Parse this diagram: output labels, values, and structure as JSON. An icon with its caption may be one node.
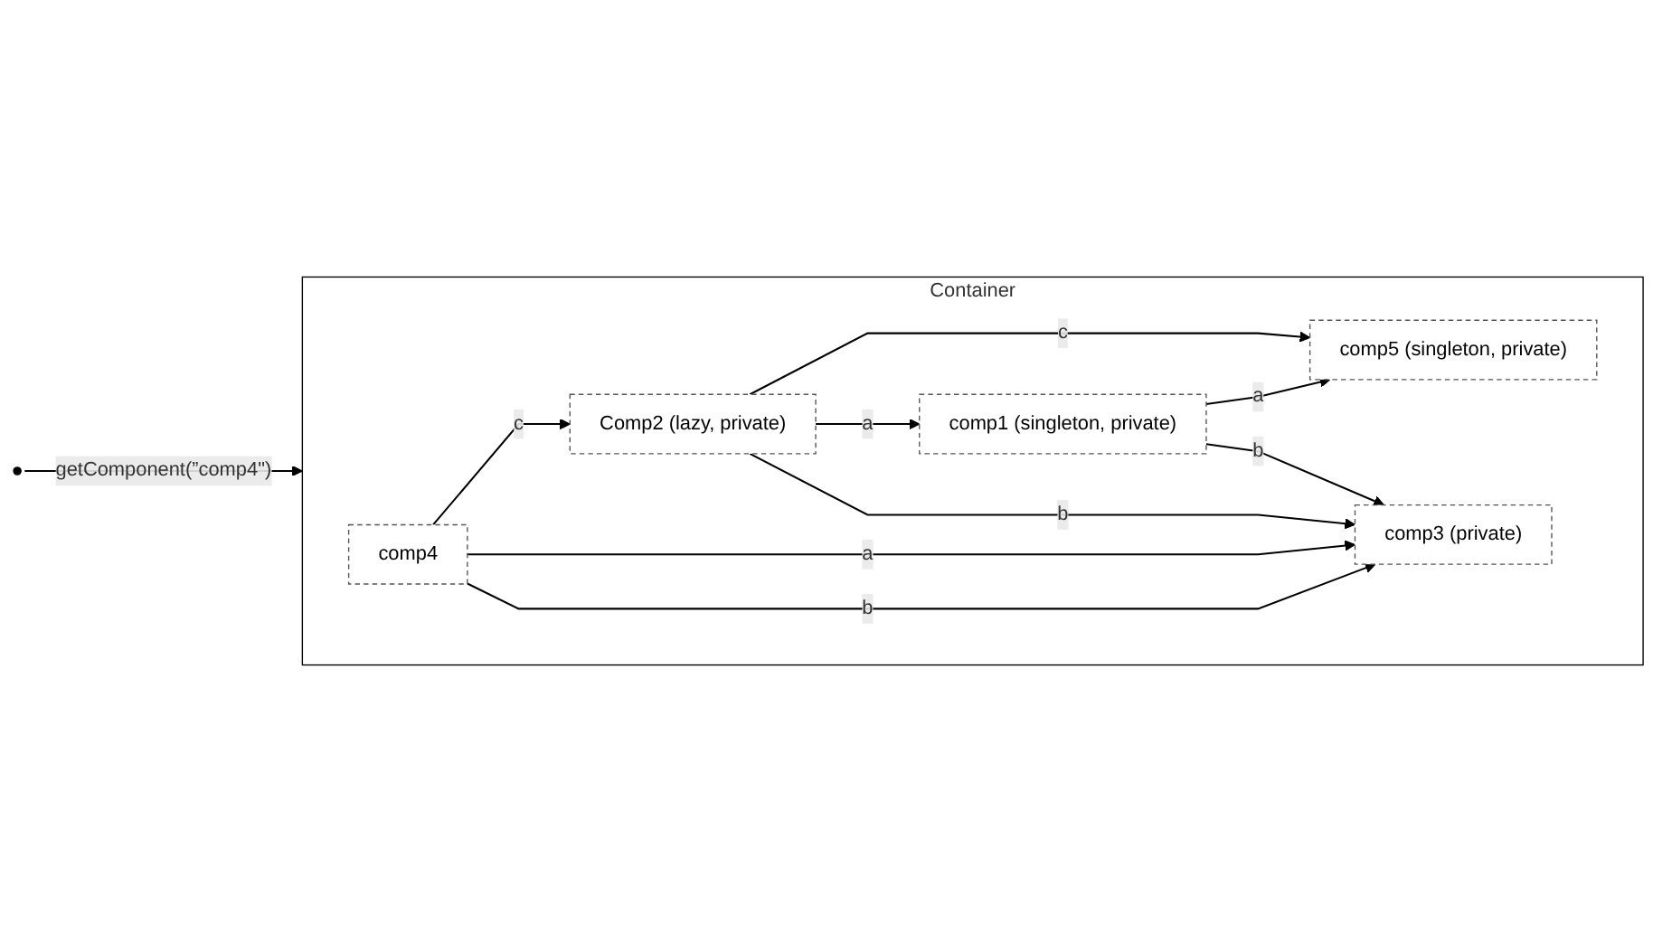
{
  "diagram": {
    "nodes": [
      {
        "text": [
          "Container"
        ]
      },
      {
        "text": [
          "comp1 (singleton, private)"
        ],
        "in": 0
      },
      {
        "text": [
          "comp5 (singleton, private)"
        ],
        "in": 0
      },
      {
        "text": [
          "Comp2 (lazy, private)"
        ],
        "in": 0
      },
      {
        "text": [
          "comp3 (private)"
        ],
        "in": 0
      },
      {
        "text": [
          "comp4"
        ],
        "in": 0
      }
    ],
    "edges": [
      {
        "from": null,
        "to": 0,
        "label": "getComponent(”comp4\")",
        "arrow": "to"
      },
      {
        "from": 3,
        "to": 2,
        "label": "c",
        "arrow": "to"
      },
      {
        "from": 3,
        "to": 1,
        "label": "a",
        "arrow": "to"
      },
      {
        "from": 3,
        "to": 4,
        "label": "b",
        "arrow": "to"
      },
      {
        "from": 1,
        "to": 2,
        "label": "a",
        "arrow": "to"
      },
      {
        "from": 1,
        "to": 4,
        "label": "b",
        "arrow": "to"
      },
      {
        "from": 5,
        "to": 3,
        "label": "c",
        "arrow": "to"
      },
      {
        "from": 5,
        "to": 4,
        "label": "a",
        "arrow": "to"
      },
      {
        "from": 5,
        "to": 4,
        "label": "b",
        "arrow": "to"
      }
    ]
  }
}
